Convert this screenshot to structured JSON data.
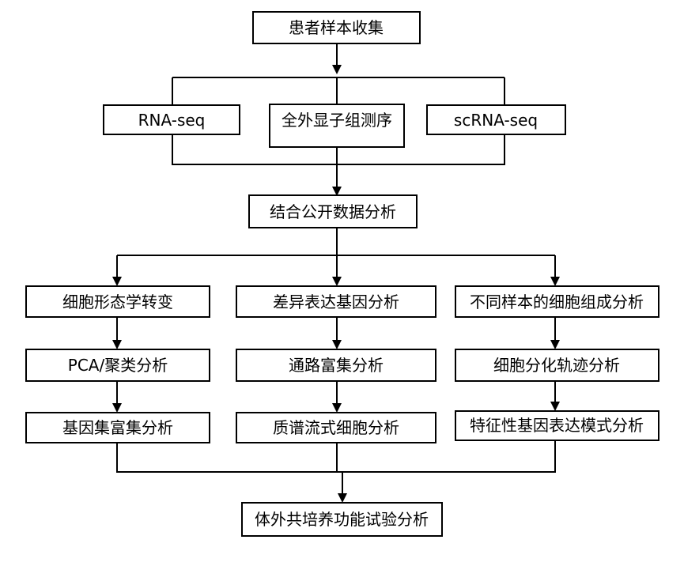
{
  "nodes": {
    "collect": "患者样本收集",
    "rnaseq": "RNA-seq",
    "wes": "全外显子组测序",
    "scrnaseq": "scRNA-seq",
    "public": "结合公开数据分析",
    "morph": "细胞形态学转变",
    "deg": "差异表达基因分析",
    "composition": "不同样本的细胞组成分析",
    "pca": "PCA/聚类分析",
    "pathway": "通路富集分析",
    "trajectory": "细胞分化轨迹分析",
    "gsea": "基因集富集分析",
    "cytof": "质谱流式细胞分析",
    "pattern": "特征性基因表达模式分析",
    "coculture": "体外共培养功能试验分析"
  }
}
